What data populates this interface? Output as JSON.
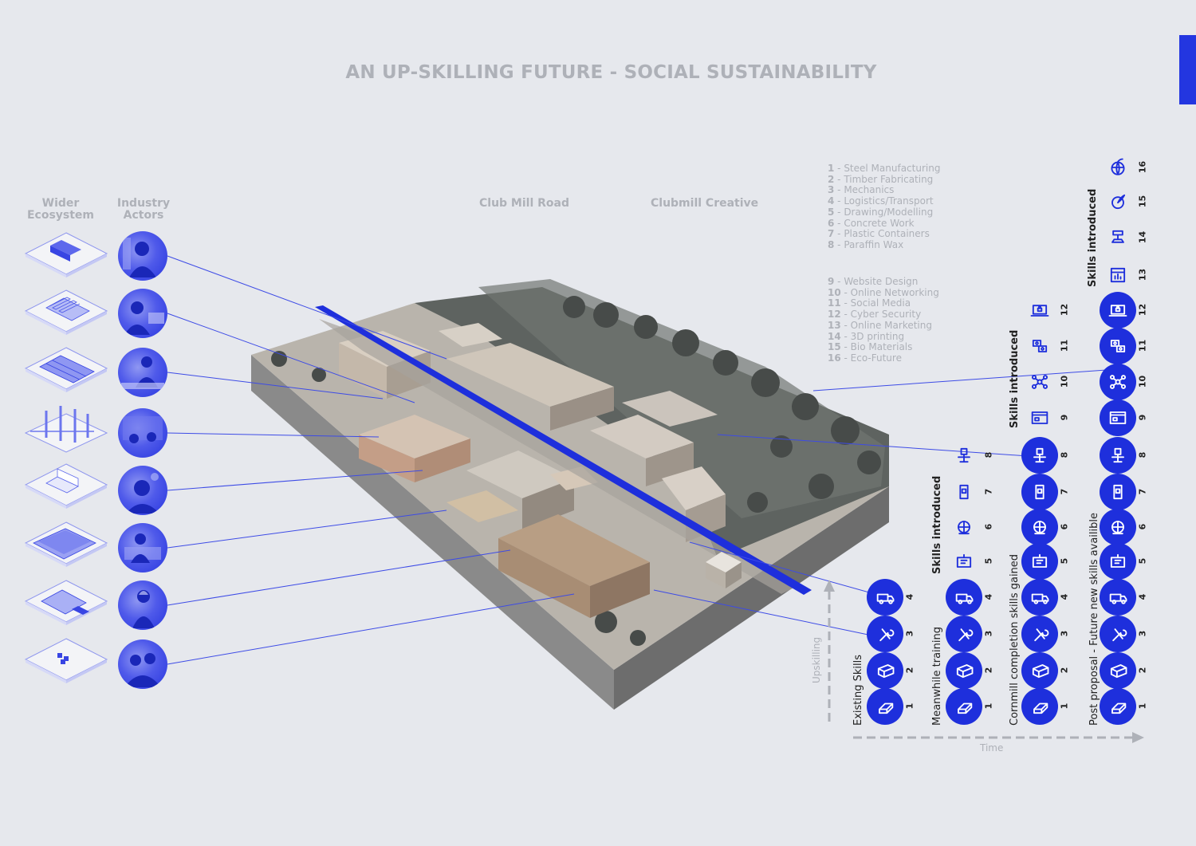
{
  "title": "AN UP-SKILLING FUTURE - SOCIAL SUSTAINABILITY",
  "columns": {
    "wider_ecosystem": [
      "Wider",
      "Ecosystem"
    ],
    "industry_actors": [
      "Industry",
      "Actors"
    ]
  },
  "road_labels": [
    "Club Mill Road",
    "Clubmill Creative"
  ],
  "legend": {
    "group_a": [
      {
        "num": "1",
        "label": " - Steel Manufacturing"
      },
      {
        "num": "2",
        "label": " - Timber Fabricating"
      },
      {
        "num": "3",
        "label": " - Mechanics"
      },
      {
        "num": "4",
        "label": " - Logistics/Transport"
      },
      {
        "num": "5",
        "label": " - Drawing/Modelling"
      },
      {
        "num": "6",
        "label": " - Concrete Work"
      },
      {
        "num": "7",
        "label": " - Plastic Containers"
      },
      {
        "num": "8",
        "label": " - Paraffin Wax"
      }
    ],
    "group_b": [
      {
        "num": "9",
        "label": " - Website Design"
      },
      {
        "num": "10",
        "label": " - Online Networking"
      },
      {
        "num": "11",
        "label": " - Social Media"
      },
      {
        "num": "12",
        "label": " - Cyber Security"
      },
      {
        "num": "13",
        "label": " - Online Marketing"
      },
      {
        "num": "14",
        "label": " - 3D printing"
      },
      {
        "num": "15",
        "label": " - Bio Materials"
      },
      {
        "num": "16",
        "label": " - Eco-Future"
      }
    ]
  },
  "stages": {
    "existing": "Existing Skills",
    "meanwhile": "Meanwhile training",
    "cornmill": "Cornmill completion skills gained",
    "post": "Post proposal - Future new skills availible",
    "introduced": "Skills introduced"
  },
  "axes": {
    "upskilling": "Upskilling",
    "time": "Time"
  },
  "colors": {
    "accent": "#1e2fdc",
    "muted_text": "#aeb1b8",
    "background": "#e6e8ed"
  },
  "icons": {
    "1": "steel-beam-icon",
    "2": "timber-icon",
    "3": "wrench-icon",
    "4": "van-icon",
    "5": "drafting-icon",
    "6": "concrete-mixer-icon",
    "7": "container-icon",
    "8": "wax-dispenser-icon",
    "9": "website-icon",
    "10": "network-icon",
    "11": "social-media-icon",
    "12": "cyber-security-icon",
    "13": "online-marketing-icon",
    "14": "3d-printer-icon",
    "15": "bio-materials-icon",
    "16": "eco-globe-icon"
  }
}
